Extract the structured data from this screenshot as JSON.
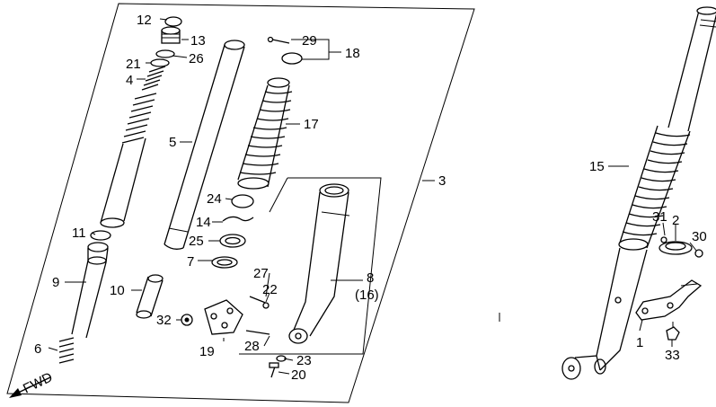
{
  "labels": {
    "l12": "12",
    "l13": "13",
    "l26": "26",
    "l21": "21",
    "l4": "4",
    "l5": "5",
    "l29": "29",
    "l18": "18",
    "l17": "17",
    "l3": "3",
    "l24": "24",
    "l14": "14",
    "l25": "25",
    "l7": "7",
    "l11": "11",
    "l9": "9",
    "l10": "10",
    "l27": "27",
    "l22": "22",
    "l8": "8",
    "l16": "(16)",
    "l32": "32",
    "l19": "19",
    "l28": "28",
    "l23": "23",
    "l20": "20",
    "l6": "6",
    "lfwd": "FWD",
    "l15": "15",
    "l31": "31",
    "l2": "2",
    "l30": "30",
    "l1": "1",
    "l33": "33"
  },
  "icons": {
    "fwd_arrow": "arrow-left-down-icon"
  }
}
